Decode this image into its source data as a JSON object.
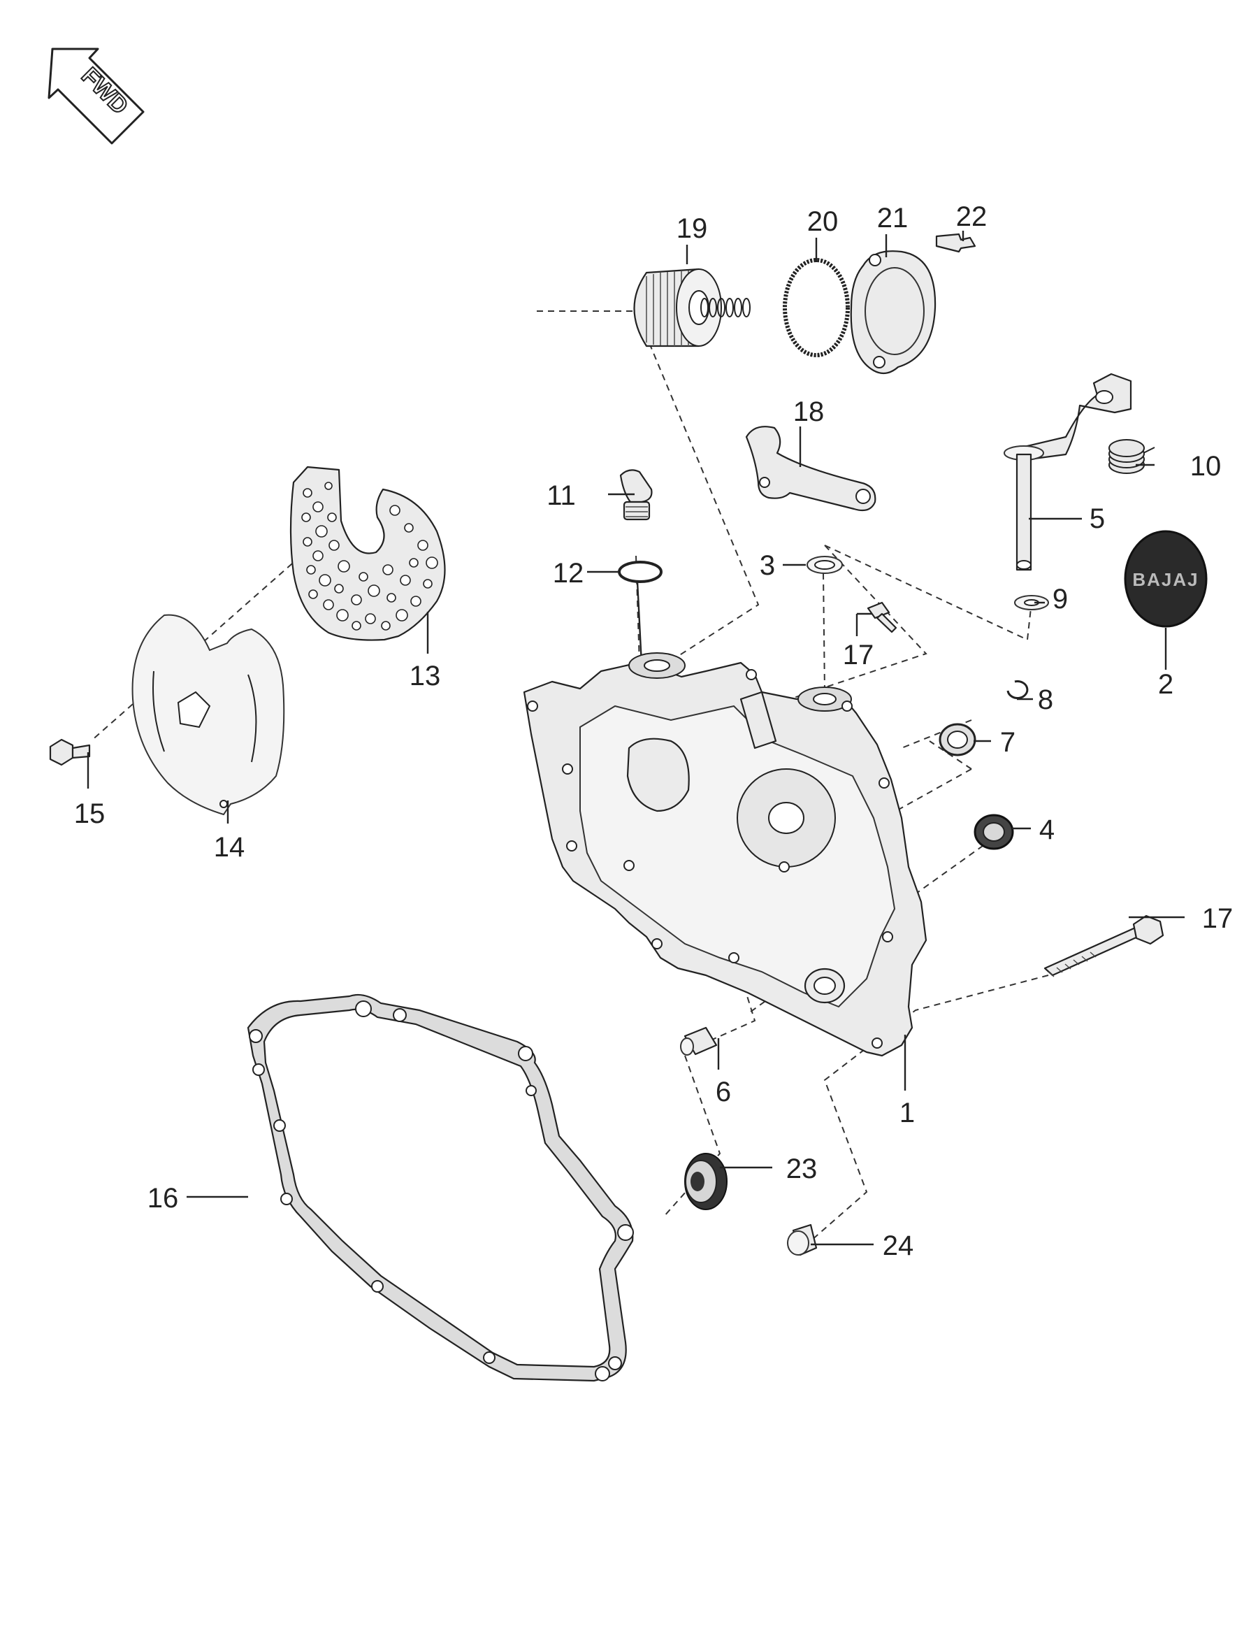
{
  "fwd_label": "FWD",
  "badge_text": "BAJAJ",
  "callouts": [
    "1",
    "2",
    "3",
    "4",
    "5",
    "6",
    "7",
    "8",
    "9",
    "10",
    "11",
    "12",
    "13",
    "14",
    "15",
    "16",
    "17",
    "17",
    "18",
    "19",
    "20",
    "21",
    "22",
    "23",
    "24"
  ]
}
